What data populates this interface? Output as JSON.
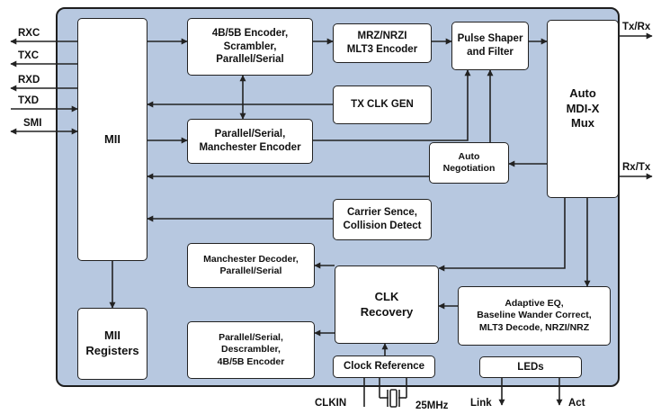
{
  "pins_left": [
    "RXC",
    "TXC",
    "RXD",
    "TXD",
    "SMI"
  ],
  "pins_right": {
    "top": "Tx/Rx",
    "mid": "Rx/Tx"
  },
  "pins_bottom": {
    "clkin": "CLKIN",
    "crystal": "25MHz",
    "link": "Link",
    "act": "Act"
  },
  "blocks": {
    "mii": "MII",
    "mii_registers": "MII\nRegisters",
    "encoder_4b5b": "4B/5B Encoder,\nScrambler,\nParallel/Serial",
    "mrz_nrzi": "MRZ/NRZI\nMLT3 Encoder",
    "pulse_shaper": "Pulse Shaper\nand Filter",
    "auto_mdix": "Auto\nMDI-X\nMux",
    "tx_clk_gen": "TX CLK GEN",
    "manchester_encoder": "Parallel/Serial,\nManchester Encoder",
    "auto_negotiation": "Auto\nNegotiation",
    "carrier_sense": "Carrier Sence,\nCollision Detect",
    "manchester_decoder": "Manchester Decoder,\nParallel/Serial",
    "clk_recovery": "CLK\nRecovery",
    "adaptive_eq": "Adaptive EQ,\nBaseline Wander Correct,\nMLT3 Decode, NRZI/NRZ",
    "descrambler": "Parallel/Serial,\nDescrambler,\n4B/5B Encoder",
    "clock_reference": "Clock Reference",
    "leds": "LEDs"
  },
  "colors": {
    "chip_fill": "#b7c8e0",
    "block_fill": "#ffffff",
    "line": "#222222"
  }
}
